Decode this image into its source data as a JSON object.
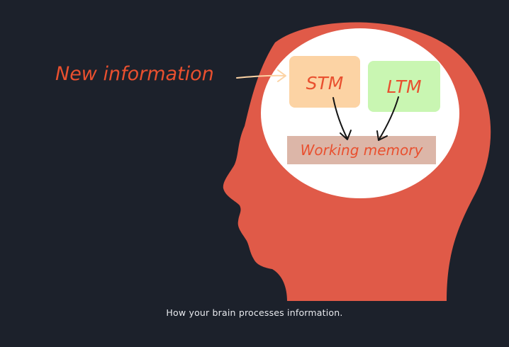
{
  "diagram": {
    "input_label": "New information",
    "stm_label": "STM",
    "ltm_label": "LTM",
    "working_memory_label": "Working memory"
  },
  "caption": "How your brain processes information.",
  "colors": {
    "background": "#1c212b",
    "head": "#e05a48",
    "brain_area": "#ffffff",
    "stm_box": "#fcd3a4",
    "ltm_box": "#c9f6b2",
    "working_memory_box": "#dcb6a8",
    "label_text": "#e9502f",
    "arrow": "#151515"
  }
}
